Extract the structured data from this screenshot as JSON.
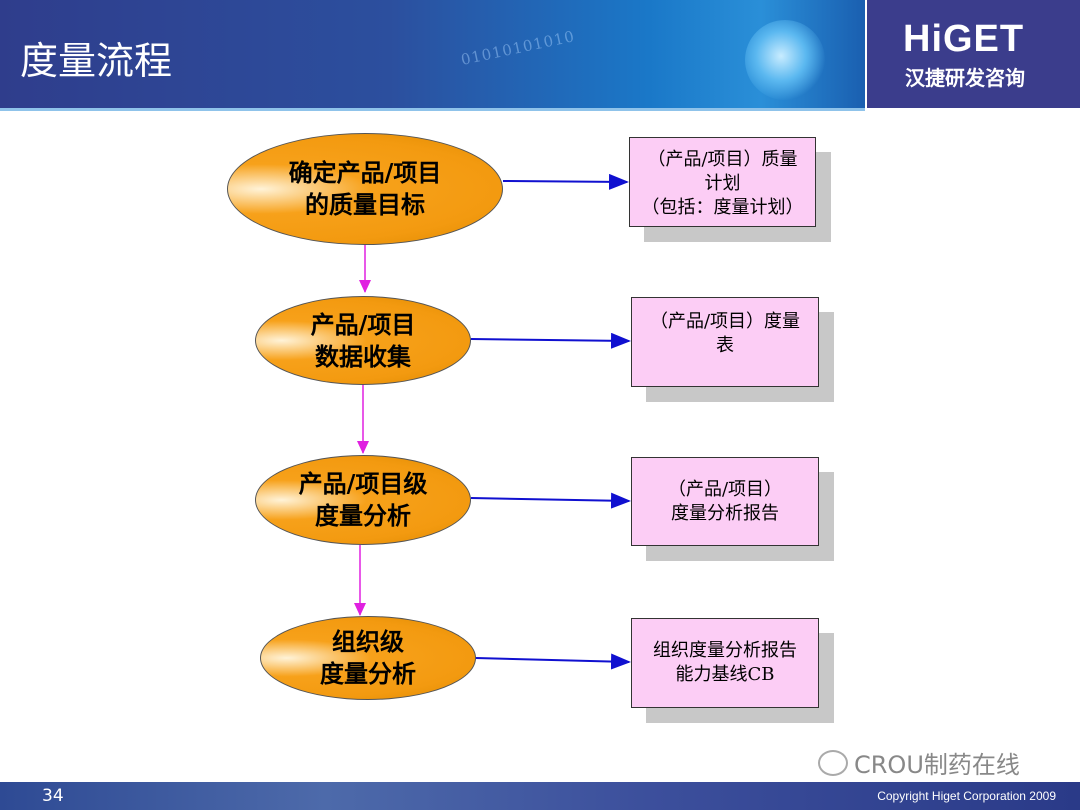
{
  "header": {
    "title": "度量流程",
    "binary_decor": "01010101010",
    "logo_brand": "HiGET",
    "logo_sub": "汉捷研发咨询"
  },
  "flow": {
    "steps": [
      {
        "line1": "确定产品/项目",
        "line2": "的质量目标"
      },
      {
        "line1": "产品/项目",
        "line2": "数据收集"
      },
      {
        "line1": "产品/项目级",
        "line2": "度量分析"
      },
      {
        "line1": "组织级",
        "line2": "度量分析"
      }
    ],
    "outputs": [
      {
        "lines": [
          "（产品/项目）质量",
          "计划",
          "（包括：度量计划）"
        ]
      },
      {
        "lines": [
          "（产品/项目）度量",
          "表"
        ]
      },
      {
        "lines": [
          "（产品/项目）",
          "度量分析报告"
        ]
      },
      {
        "lines": [
          "组织度量分析报告",
          "能力基线CB"
        ]
      }
    ]
  },
  "watermark": "CROU制药在线",
  "footer": {
    "page_number": "34",
    "copyright": "Copyright  Higet  Corporation  2009"
  },
  "colors": {
    "flow_arrow": "#1010d0",
    "down_arrow": "#e020e0",
    "ellipse": "#f39a10",
    "box": "#fccdf5"
  }
}
